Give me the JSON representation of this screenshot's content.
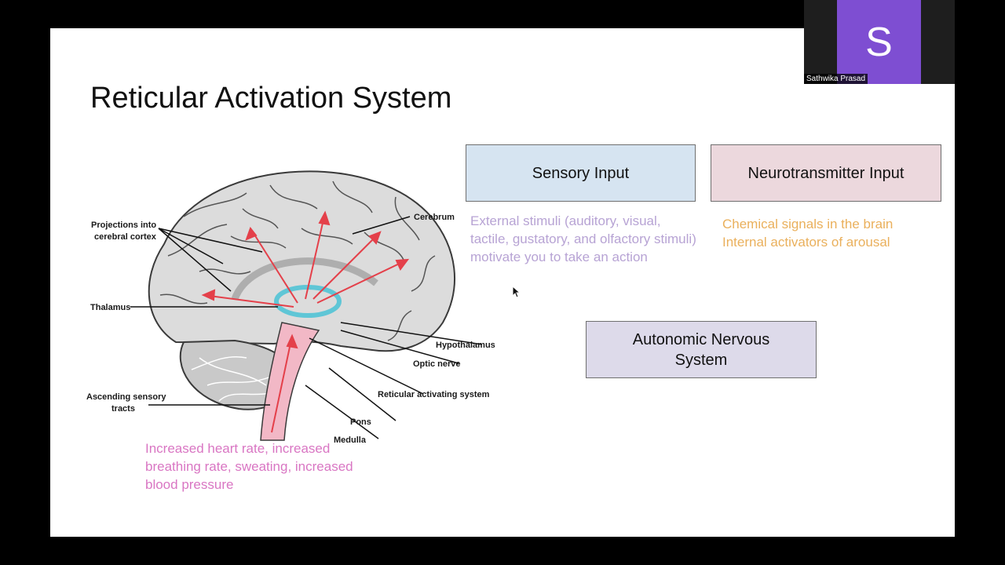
{
  "slide": {
    "title": "Reticular Activation System"
  },
  "diagram": {
    "labels": {
      "projections_1": "Projections into",
      "projections_2": "cerebral cortex",
      "cerebrum": "Cerebrum",
      "thalamus": "Thalamus",
      "hypothalamus": "Hypothalamus",
      "optic_nerve": "Optic nerve",
      "ascending_1": "Ascending sensory",
      "ascending_2": "tracts",
      "ras": "Reticular activating system",
      "pons": "Pons",
      "medulla": "Medulla"
    }
  },
  "boxes": {
    "sensory": "Sensory Input",
    "neuro": "Neurotransmitter Input",
    "ans_line1": "Autonomic Nervous",
    "ans_line2": "System"
  },
  "descriptions": {
    "sensory": "External stimuli (auditory, visual, tactile, gustatory, and olfactory stimuli) motivate you to take an action",
    "neuro_line1": "Chemical signals in the brain",
    "neuro_line2": "Internal activators of arousal",
    "ans": "Increased heart rate, increased breathing rate, sweating, increased blood pressure"
  },
  "participant": {
    "initial": "S",
    "name": "Sathwika Prasad",
    "avatar_color": "#7e4ed2"
  },
  "colors": {
    "sensory_text": "#b7a3d4",
    "neuro_text": "#eab05c",
    "ans_text": "#d976c3",
    "ras_highlight": "#5fc6d6",
    "arrow": "#e4404a"
  }
}
